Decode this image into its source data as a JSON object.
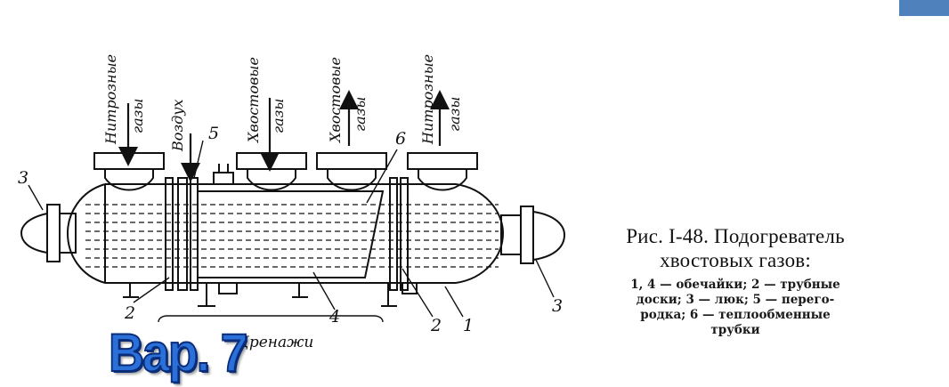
{
  "labels": {
    "gas_in_left": "Нитрозные газы",
    "air": "Воздух",
    "tail_in": "Хвостовые газы",
    "tail_out": "Хвостовые газы",
    "gas_out_right": "Нитрозные газы",
    "drains": "Дренажи"
  },
  "numbers": {
    "n3_left": "3",
    "n5": "5",
    "n6": "6",
    "n2_left": "2",
    "n4": "4",
    "n2_right": "2",
    "n1": "1",
    "n3_right": "3"
  },
  "caption": {
    "title_line1": "Рис. I-48. Подогреватель",
    "title_line2": "хвостовых газов:",
    "legend_line1": "1, 4 — обечайки; 2 — трубные",
    "legend_line2": "доски; 3 — люк; 5 — перего-",
    "legend_line3": "родка; 6 — теплообменные",
    "legend_line4": "трубки"
  },
  "badge": {
    "text": "Вар. 7",
    "color": "#2b6fd8",
    "outline": "#0a2d7a"
  },
  "corner_box_color": "#4f81bd"
}
